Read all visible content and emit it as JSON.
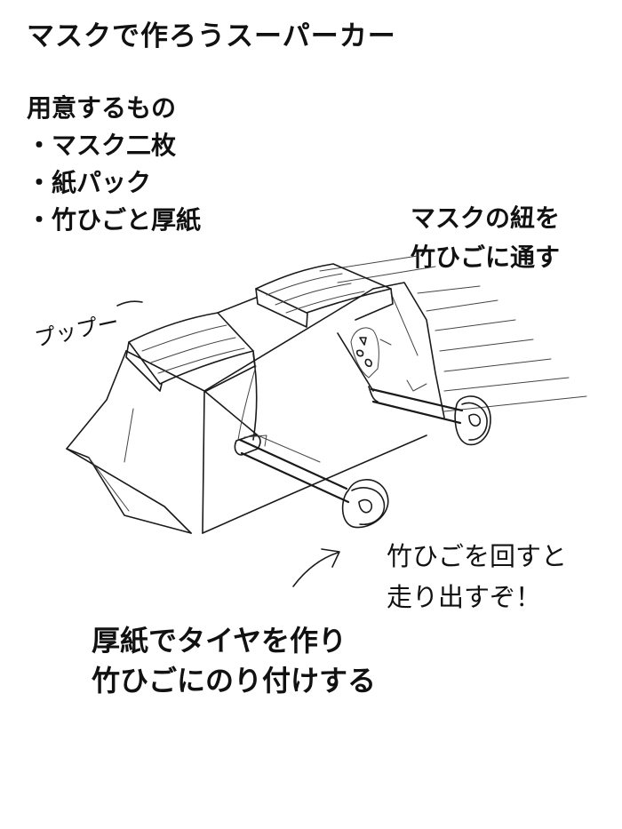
{
  "title": "マスクで作ろうスーパーカー",
  "materials": {
    "heading": "用意するもの",
    "items": [
      "・マスク二枚",
      "・紙パック",
      "・竹ひごと厚紙"
    ]
  },
  "note_string": {
    "line1": "マスクの紐を",
    "line2": "竹ひごに通す"
  },
  "sound_effect": "プップー",
  "note_spin": {
    "line1": "竹ひごを回すと",
    "line2": "走り出すぞ！"
  },
  "note_tires": {
    "line1": "厚紙でタイヤを作り",
    "line2": "竹ひごにのり付けする"
  }
}
